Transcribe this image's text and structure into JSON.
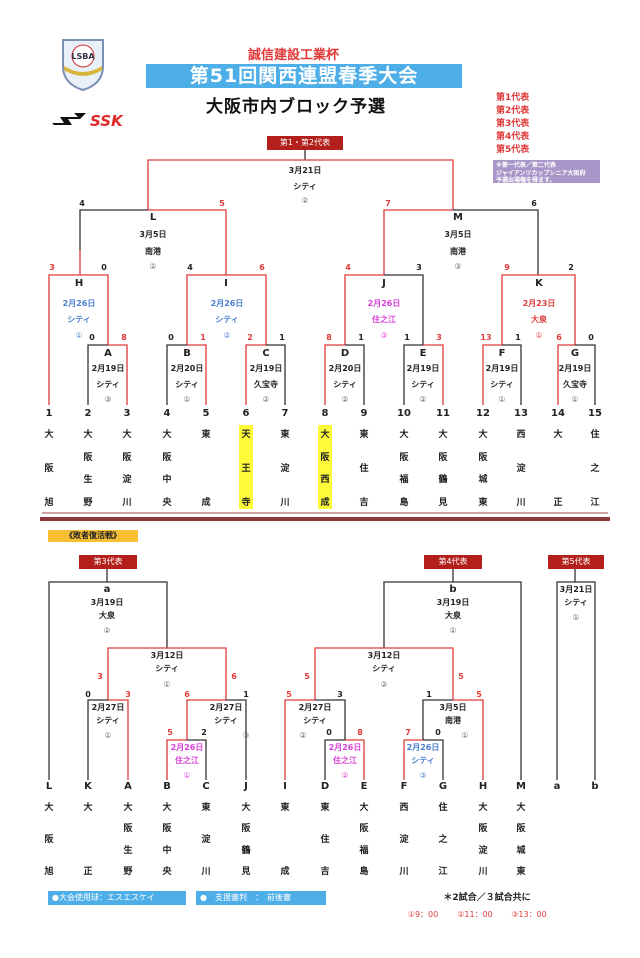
{
  "header": {
    "sponsor": "誠信建設工業杯",
    "title": "第51回関西連盟春季大会",
    "subtitle": "大阪市内ブロック予選",
    "logo_text": "LSBA",
    "brand_text": "SSK"
  },
  "legend": [
    "第1代表",
    "第2代表",
    "第3代表",
    "第4代表",
    "第5代表"
  ],
  "note": [
    "※第一代表／第二代表",
    "ジャイアンツカップシニア大阪府",
    "予選出場権を得ます。"
  ],
  "colors": {
    "win_line": "#e03a3a",
    "line": "#333333",
    "title_bar": "#4eaee8",
    "badge": "#b3201c",
    "highlight": "#fdfa3a",
    "note_bg": "#a896c8",
    "loser_tag": "#f7c034"
  },
  "main_bracket": {
    "badge": "第1・第2代表",
    "final": {
      "date": "3月21日",
      "venue": "シティ",
      "slot": "②",
      "left_score": "5",
      "right_score": "7"
    },
    "L": {
      "label": "L",
      "date": "3月5日",
      "venue": "南港",
      "slot": "②",
      "left_score": "4"
    },
    "M": {
      "label": "M",
      "date": "3月5日",
      "venue": "南港",
      "slot": "③",
      "right_score": "6"
    },
    "H": {
      "label": "H",
      "date": "2月26日",
      "venue": "シティ",
      "slot": "①",
      "left_score": "3",
      "right_score": "0",
      "color": "blue"
    },
    "I": {
      "label": "I",
      "date": "2月26日",
      "venue": "シティ",
      "slot": "②",
      "left_score": "4",
      "right_score": "6",
      "color": "blue"
    },
    "J": {
      "label": "J",
      "date": "2月26日",
      "venue": "住之江",
      "slot": "③",
      "left_score": "4",
      "right_score": "3",
      "color": "pink"
    },
    "K": {
      "label": "K",
      "date": "2月23日",
      "venue": "大泉",
      "slot": "①",
      "left_score": "9",
      "right_score": "2",
      "color": "red"
    },
    "A": {
      "label": "A",
      "date": "2月19日",
      "venue": "シティ",
      "slot": "③",
      "left_score": "0",
      "right_score": "8"
    },
    "B": {
      "label": "B",
      "date": "2月20日",
      "venue": "シティ",
      "slot": "①",
      "left_score": "0",
      "right_score": "1"
    },
    "C": {
      "label": "C",
      "date": "2月19日",
      "venue": "久宝寺",
      "slot": "②",
      "left_score": "2",
      "right_score": "1"
    },
    "D": {
      "label": "D",
      "date": "2月20日",
      "venue": "シティ",
      "slot": "②",
      "left_score": "8",
      "right_score": "1"
    },
    "E": {
      "label": "E",
      "date": "2月19日",
      "venue": "シティ",
      "slot": "②",
      "left_score": "1",
      "right_score": "3"
    },
    "F": {
      "label": "F",
      "date": "2月19日",
      "venue": "シティ",
      "slot": "①",
      "left_score": "13",
      "right_score": "1"
    },
    "G": {
      "label": "G",
      "date": "2月19日",
      "venue": "久宝寺",
      "slot": "①",
      "left_score": "6",
      "right_score": "0"
    },
    "teams": [
      {
        "no": "1",
        "name": [
          "大",
          "阪",
          "旭"
        ],
        "highlight": false
      },
      {
        "no": "2",
        "name": [
          "大",
          "阪",
          "生",
          "野"
        ],
        "highlight": false
      },
      {
        "no": "3",
        "name": [
          "大",
          "阪",
          "淀",
          "川"
        ],
        "highlight": false
      },
      {
        "no": "4",
        "name": [
          "大",
          "阪",
          "中",
          "央"
        ],
        "highlight": false
      },
      {
        "no": "5",
        "name": [
          "東",
          "成"
        ],
        "highlight": false
      },
      {
        "no": "6",
        "name": [
          "天",
          "王",
          "寺"
        ],
        "highlight": true
      },
      {
        "no": "7",
        "name": [
          "東",
          "淀",
          "川"
        ],
        "highlight": false
      },
      {
        "no": "8",
        "name": [
          "大",
          "阪",
          "西",
          "成"
        ],
        "highlight": true
      },
      {
        "no": "9",
        "name": [
          "東",
          "住",
          "吉"
        ],
        "highlight": false
      },
      {
        "no": "10",
        "name": [
          "大",
          "阪",
          "福",
          "島"
        ],
        "highlight": false
      },
      {
        "no": "11",
        "name": [
          "大",
          "阪",
          "鶴",
          "見"
        ],
        "highlight": false
      },
      {
        "no": "12",
        "name": [
          "大",
          "阪",
          "城",
          "東"
        ],
        "highlight": false
      },
      {
        "no": "13",
        "name": [
          "西",
          "淀",
          "川"
        ],
        "highlight": false
      },
      {
        "no": "14",
        "name": [
          "大",
          "正"
        ],
        "highlight": false
      },
      {
        "no": "15",
        "name": [
          "住",
          "之",
          "江"
        ],
        "highlight": false
      }
    ]
  },
  "loser_bracket": {
    "tag": "《敗者復活戦》",
    "badge3": "第3代表",
    "badge4": "第4代表",
    "badge5": "第5代表",
    "a": {
      "label": "a",
      "date": "3月19日",
      "venue": "大泉",
      "slot": "②"
    },
    "b": {
      "label": "b",
      "date": "3月19日",
      "venue": "大泉",
      "slot": "①"
    },
    "fifth": {
      "date": "3月21日",
      "venue": "シティ",
      "slot": "①"
    },
    "semi_left": {
      "date": "3月12日",
      "venue": "シティ",
      "slot": "①",
      "left_score": "3",
      "right_score": "6"
    },
    "semi_right": {
      "date": "3月12日",
      "venue": "シティ",
      "slot": "②",
      "left_score": "5",
      "right_score": "5"
    },
    "g_KA": {
      "date": "2月27日",
      "venue": "シティ",
      "slot": "①",
      "left_score": "0",
      "right_score": "3"
    },
    "g_BCJ": {
      "date": "2月27日",
      "venue": "シティ",
      "slot": "③",
      "left_score": "6",
      "right_score": "1"
    },
    "g_BC": {
      "date": "2月26日",
      "venue": "住之江",
      "slot": "①",
      "left_score": "5",
      "right_score": "2"
    },
    "g_IDE": {
      "date": "2月27日",
      "venue": "シティ",
      "slot": "②",
      "left_score": "5",
      "right_score": "3"
    },
    "g_DE": {
      "date": "2月26日",
      "venue": "住之江",
      "slot": "②",
      "left_score": "0",
      "right_score": "8"
    },
    "g_FGH": {
      "date": "3月5日",
      "venue": "南港",
      "slot": "①",
      "left_score": "1",
      "right_score": "5"
    },
    "g_FG": {
      "date": "2月26日",
      "venue": "シティ",
      "slot": "③",
      "left_score": "7",
      "right_score": "0"
    },
    "teams": [
      {
        "code": "L",
        "name": [
          "大",
          "阪",
          "旭"
        ]
      },
      {
        "code": "K",
        "name": [
          "大",
          "正"
        ]
      },
      {
        "code": "A",
        "name": [
          "大",
          "阪",
          "生",
          "野"
        ]
      },
      {
        "code": "B",
        "name": [
          "大",
          "阪",
          "中",
          "央"
        ]
      },
      {
        "code": "C",
        "name": [
          "東",
          "淀",
          "川"
        ]
      },
      {
        "code": "J",
        "name": [
          "大",
          "阪",
          "鶴",
          "見"
        ]
      },
      {
        "code": "I",
        "name": [
          "東",
          "成"
        ]
      },
      {
        "code": "D",
        "name": [
          "東",
          "住",
          "吉"
        ]
      },
      {
        "code": "E",
        "name": [
          "大",
          "阪",
          "福",
          "島"
        ]
      },
      {
        "code": "F",
        "name": [
          "西",
          "淀",
          "川"
        ]
      },
      {
        "code": "G",
        "name": [
          "住",
          "之",
          "江"
        ]
      },
      {
        "code": "H",
        "name": [
          "大",
          "阪",
          "淀",
          "川"
        ]
      },
      {
        "code": "M",
        "name": [
          "大",
          "阪",
          "城",
          "東"
        ]
      },
      {
        "code": "a",
        "name": []
      },
      {
        "code": "b",
        "name": []
      }
    ]
  },
  "footer": {
    "ball": "●大会使用球：エスエスケイ",
    "umpire": "●　支援審判　：　前後審",
    "note": "＊2試合／３試合共に",
    "times": [
      "①9：00",
      "②11：00",
      "③13：00"
    ]
  }
}
